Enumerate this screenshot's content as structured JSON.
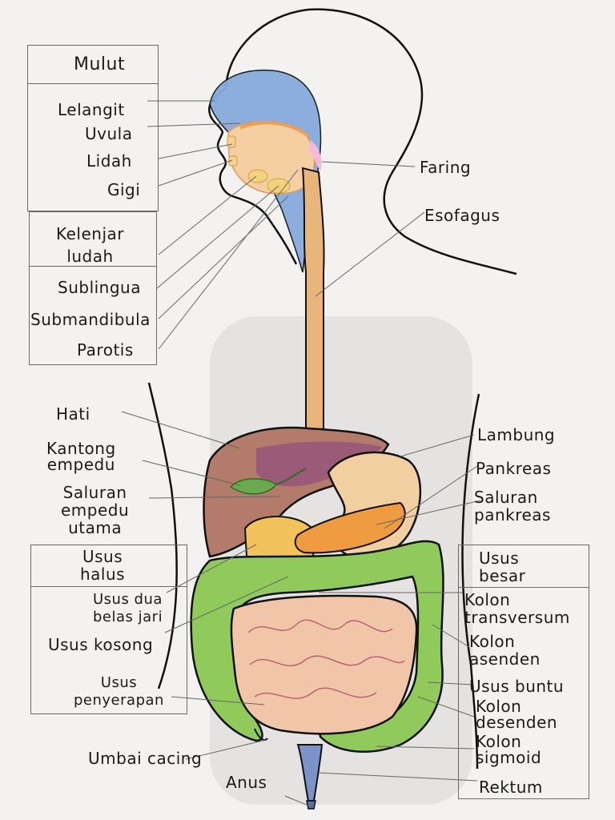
{
  "labels": {
    "mulut": "Mulut",
    "lelangit": "Lelangit",
    "uvula": "Uvula",
    "lidah": "Lidah",
    "gigi": "Gigi",
    "kelenjar_ludah": "Kelenjar\nludah",
    "sublingua": "Sublingua",
    "submandibula": "Submandibula",
    "parotis": "Parotis",
    "faring": "Faring",
    "esofagus": "Esofagus",
    "hati": "Hati",
    "kantong_empedu": "Kantong\nempedu",
    "saluran_empedu_utama": "Saluran\nempedu\nutama",
    "usus_halus": "Usus\nhalus",
    "usus_dua_belas_jari": "Usus dua\nbelas jari",
    "usus_kosong": "Usus kosong",
    "usus_penyerapan": "Usus\npenyerapan",
    "umbai_cacing": "Umbai cacing",
    "anus": "Anus",
    "lambung": "Lambung",
    "pankreas": "Pankreas",
    "saluran_pankreas": "Saluran\npankreas",
    "usus_besar": "Usus\nbesar",
    "kolon_transversum": "Kolon\ntransversum",
    "kolon_asenden": "Kolon\nasenden",
    "usus_buntu": "Usus buntu",
    "kolon_desenden": "Kolon\ndesenden",
    "kolon_sigmoid": "Kolon\nsigmoid",
    "rektum": "Rektum"
  },
  "colors": {
    "ink": "#1b1b1b",
    "mouth_blue": "#7fa8dc",
    "esophagus": "#e8b77e",
    "liver": "#b07a6a",
    "liver_purple": "#8c4f7a",
    "gallbladder": "#6aa84f",
    "stomach": "#f2cfa0",
    "pancreas": "#ee9a3e",
    "duodenum": "#f3c35a",
    "large_intestine": "#8cc85a",
    "small_intestine": "#f1c6a8",
    "rectum_blue": "#7d93c8"
  }
}
